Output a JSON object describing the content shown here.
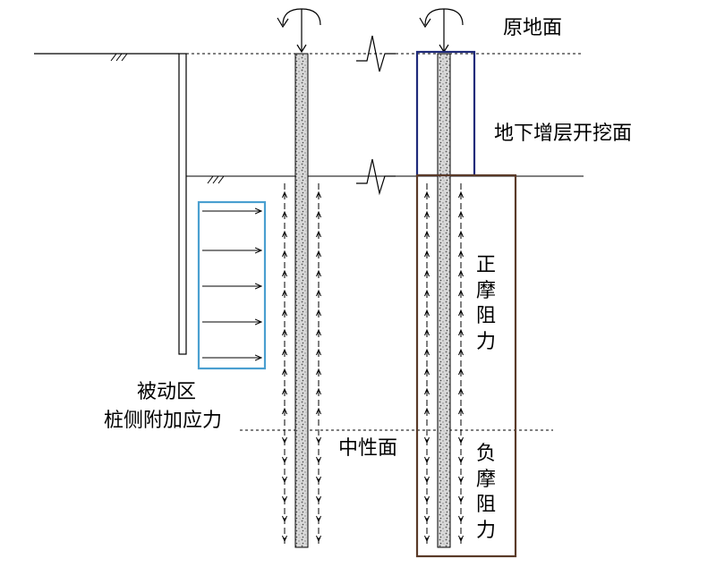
{
  "labels": {
    "original_ground": "原地面",
    "excavation_surface": "地下增层开挖面",
    "positive_friction": "正摩阻力",
    "negative_friction": "负摩阻力",
    "passive_zone_line1": "被动区",
    "passive_zone_line2": "桩侧附加应力",
    "neutral_plane": "中性面"
  },
  "colors": {
    "excavation_box": "#1f2a7a",
    "friction_box": "#5a3a28",
    "passive_box": "#4a9fd0",
    "line": "#000000"
  },
  "icons": [
    "rotation-arrow-icon",
    "ground-hatch-icon",
    "break-symbol-icon"
  ]
}
